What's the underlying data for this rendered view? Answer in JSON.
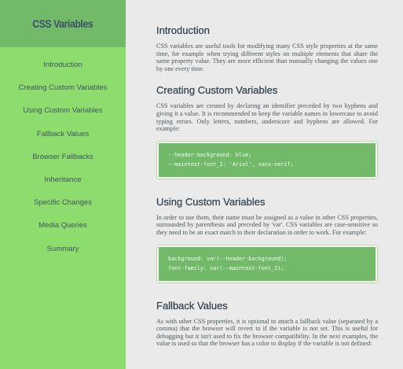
{
  "sidebar": {
    "title": "CSS Variables",
    "items": [
      "Introduction",
      "Creating Custom Variables",
      "Using Custom Variables",
      "Fallback Values",
      "Browser Fallbacks",
      "Inheritance",
      "Specific Changes",
      "Media Queries",
      "Summary"
    ]
  },
  "sections": {
    "intro": {
      "title": "Introduction",
      "text": "CSS variables are useful tools for modifying many CSS style properties at the same time, for example when trying different styles on multiple elements that share the same property value. They are more efficient than manually changing the values one by one every time."
    },
    "creating": {
      "title": "Creating Custom Variables",
      "text": "CSS variables are created by declaring an identifier preceded by two hyphens and giving it a value. It is recommended to keep the variable names in lowercase to avoid typing errors. Only letters, numbers, underscore and hyphens are allowed. For example:",
      "code": [
        "--header-background: blue;",
        "--maintext-font_2: 'Arial', sans-serif;"
      ]
    },
    "using": {
      "title": "Using Custom Variables",
      "text": "In order to use them, their name must be assigned as a value in other CSS properties, surrounded by parenthesis and preceded by 'var'. CSS variables are case-sensitive so they need to be an exact match to their declaration in order to work. For example:",
      "code": [
        "background: var(--header-background);",
        "font-family: var(--maintext-font_2);"
      ]
    },
    "fallback": {
      "title": "Fallback Values",
      "text": "As with other CSS properties, it is optional to attach a fallback value (separated by a comma) that the browser will revert to if the variable is not set. This is useful for debugging but it isn't used to fix the browser compatibility. In the next examples, the value is used so that the browser has a color to display if the variable is not defined:"
    }
  }
}
